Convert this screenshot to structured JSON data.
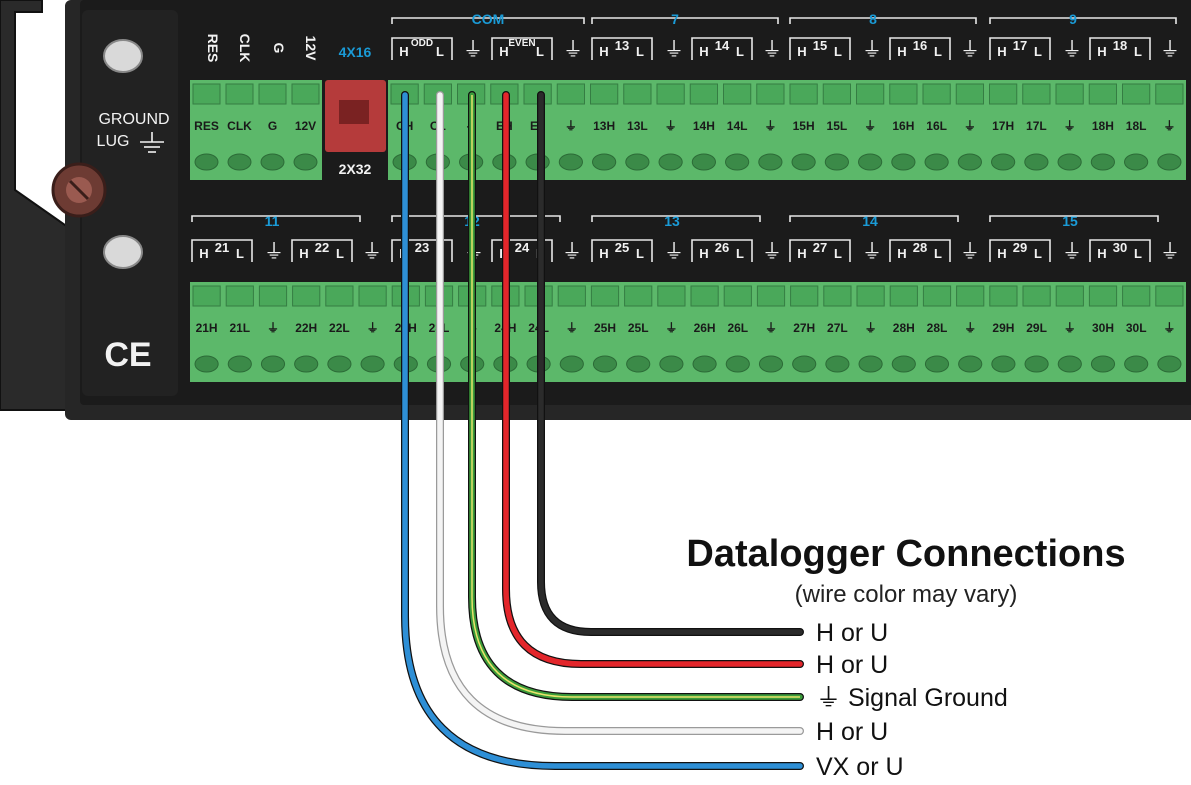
{
  "panel": {
    "ground_lug_line1": "GROUND",
    "ground_lug_line2": "LUG",
    "ce_mark": "CE",
    "switch_top_label": "4X16",
    "switch_bottom_label": "2X32",
    "power_labels": [
      "RES",
      "CLK",
      "G",
      "12V"
    ],
    "power_terminal_labels": [
      "RES",
      "CLK",
      "G",
      "12V"
    ],
    "com_label": "COM",
    "odd_label": "ODD",
    "even_label": "EVEN",
    "top_groups": [
      "7",
      "8",
      "9"
    ],
    "bottom_groups": [
      "11",
      "12",
      "13",
      "14",
      "15"
    ],
    "top_channel_numbers": [
      "13",
      "14",
      "15",
      "16",
      "17",
      "18"
    ],
    "bottom_channel_numbers": [
      "21",
      "22",
      "23",
      "24",
      "25",
      "26",
      "27",
      "28",
      "29",
      "30"
    ],
    "h_letter": "H",
    "l_letter": "L",
    "ground_symbol": "⏚",
    "top_terminal_labels": [
      "CH",
      "CL",
      "⏚",
      "EH",
      "EL",
      "⏚",
      "13H",
      "13L",
      "⏚",
      "14H",
      "14L",
      "⏚",
      "15H",
      "15L",
      "⏚",
      "16H",
      "16L",
      "⏚",
      "17H",
      "17L",
      "⏚",
      "18H",
      "18L",
      "⏚"
    ],
    "bottom_terminal_labels": [
      "21H",
      "21L",
      "⏚",
      "22H",
      "22L",
      "⏚",
      "23H",
      "23L",
      "⏚",
      "24H",
      "24L",
      "⏚",
      "25H",
      "25L",
      "⏚",
      "26H",
      "26L",
      "⏚",
      "27H",
      "27L",
      "⏚",
      "28H",
      "28L",
      "⏚",
      "29H",
      "29L",
      "⏚",
      "30H",
      "30L",
      "⏚"
    ]
  },
  "connections": {
    "title": "Datalogger Connections",
    "subtitle": "(wire color may vary)",
    "wires": [
      {
        "color_name": "black",
        "color": "#2b2b2b",
        "label": "H or U"
      },
      {
        "color_name": "red",
        "color": "#e3262b",
        "label": "H or U"
      },
      {
        "color_name": "green",
        "color": "#3a9b3a",
        "label": "⏚ Signal Ground"
      },
      {
        "color_name": "white",
        "color": "#f4f4f4",
        "label": "H or U"
      },
      {
        "color_name": "blue",
        "color": "#2e8fd6",
        "label": "VX or U"
      }
    ]
  },
  "colors": {
    "panel": "#1c1c1c",
    "terminal_green": "#5cb86a",
    "accent_blue": "#1a9bd7",
    "switch_red": "#b53b3b"
  }
}
